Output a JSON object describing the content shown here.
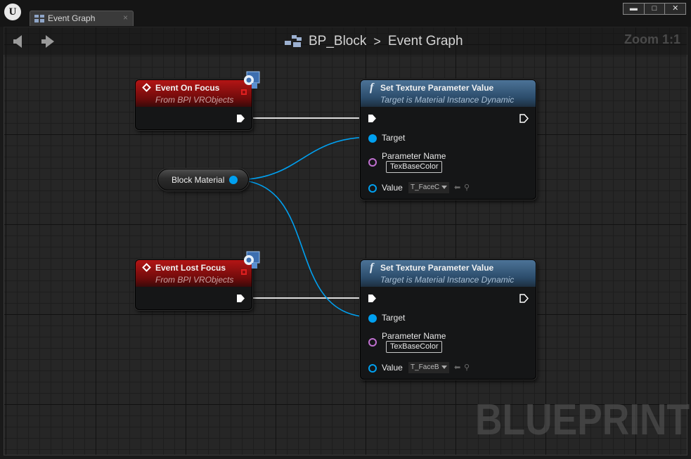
{
  "window": {
    "tab_label": "Event Graph",
    "tab_close": "×",
    "buttons": {
      "minimize": "▬",
      "maximize": "□",
      "close": "✕"
    }
  },
  "navbar": {
    "breadcrumb_root": "BP_Block",
    "breadcrumb_separator": ">",
    "breadcrumb_current": "Event Graph",
    "zoom": "Zoom 1:1"
  },
  "watermark": "BLUEPRINT",
  "nodes": {
    "event_focus": {
      "title": "Event On Focus",
      "subtitle": "From BPI VRObjects"
    },
    "event_lost_focus": {
      "title": "Event Lost Focus",
      "subtitle": "From BPI VRObjects"
    },
    "block_material": {
      "label": "Block Material"
    },
    "set_texture_1": {
      "title": "Set Texture Parameter Value",
      "subtitle": "Target is Material Instance Dynamic",
      "target_label": "Target",
      "param_label": "Parameter Name",
      "param_value": "TexBaseColor",
      "value_label": "Value",
      "value_asset": "T_FaceC"
    },
    "set_texture_2": {
      "title": "Set Texture Parameter Value",
      "subtitle": "Target is Material Instance Dynamic",
      "target_label": "Target",
      "param_label": "Parameter Name",
      "param_value": "TexBaseColor",
      "value_label": "Value",
      "value_asset": "T_FaceB"
    }
  },
  "colors": {
    "event_header": "#b31515",
    "function_header": "#3f6588",
    "object_pin": "#00a0f0",
    "name_pin": "#c070d0",
    "exec_wire": "#dcdcdc"
  }
}
